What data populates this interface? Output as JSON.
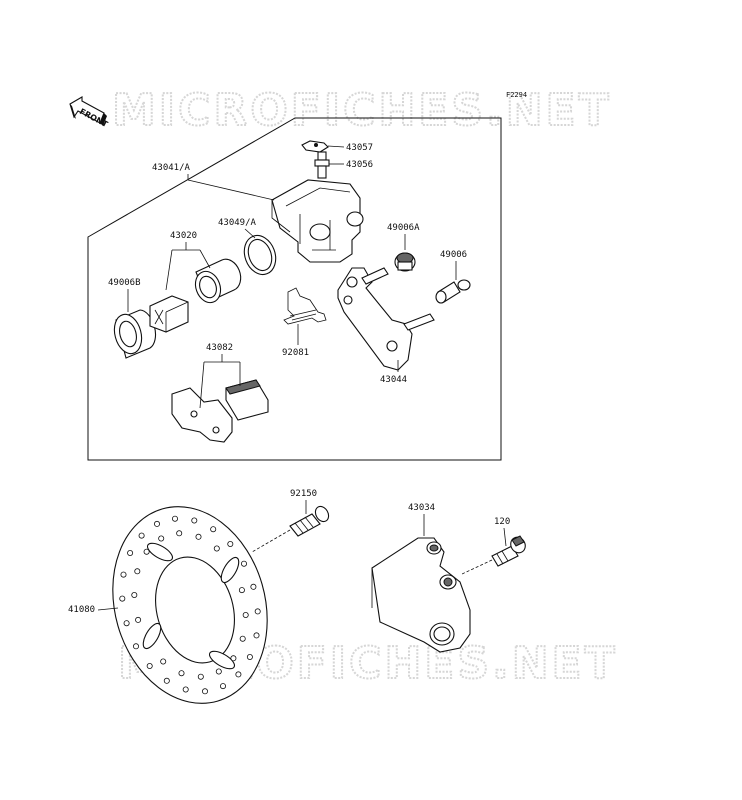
{
  "diagram": {
    "code": "F2294",
    "front_label": "FRONT",
    "watermark_top": "MICROFICHES.NET",
    "watermark_bottom": "MICROFICHES.NET",
    "labels": {
      "p43057": "43057",
      "p43056": "43056",
      "p43041a": "43041/A",
      "p43049a": "43049/A",
      "p49006a": "49006A",
      "p43020": "43020",
      "p49006": "49006",
      "p49006b": "49006B",
      "p92081": "92081",
      "p43044": "43044",
      "p43082": "43082",
      "p92150": "92150",
      "p43034": "43034",
      "p120": "120",
      "p41080": "41080"
    }
  }
}
